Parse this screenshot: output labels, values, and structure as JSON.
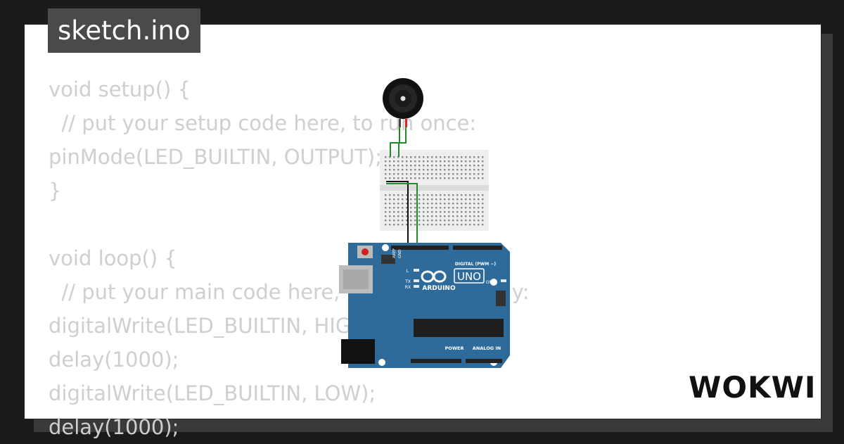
{
  "tab": {
    "filename": "sketch.ino"
  },
  "code": {
    "lines": [
      "void setup() {",
      "  // put your setup code here, to run once:",
      "pinMode(LED_BUILTIN, OUTPUT);",
      "}",
      "",
      "void loop() {",
      "  // put your main code here, to run repeatedly:",
      "digitalWrite(LED_BUILTIN, HIGH);",
      "delay(1000);",
      "digitalWrite(LED_BUILTIN, LOW);",
      "delay(1000);"
    ]
  },
  "board": {
    "brand": "ARDUINO",
    "model": "UNO",
    "digital_label": "DIGITAL (PWM ~)",
    "power_label": "POWER",
    "analog_label": "ANALOG IN",
    "led_l": "L",
    "led_tx": "TX",
    "led_rx": "RX",
    "on_label": "ON",
    "aref": "AREF",
    "gnd": "GND"
  },
  "brand": {
    "logo": "WOKWI"
  },
  "colors": {
    "background": "#1b1b1b",
    "card": "#ffffff",
    "tab": "#4a4a4a",
    "code_text": "#cfcfcf",
    "board": "#2f6b9a",
    "wire_green": "#1f8a2a",
    "wire_black": "#111111",
    "breadboard": "#eeeeee"
  }
}
